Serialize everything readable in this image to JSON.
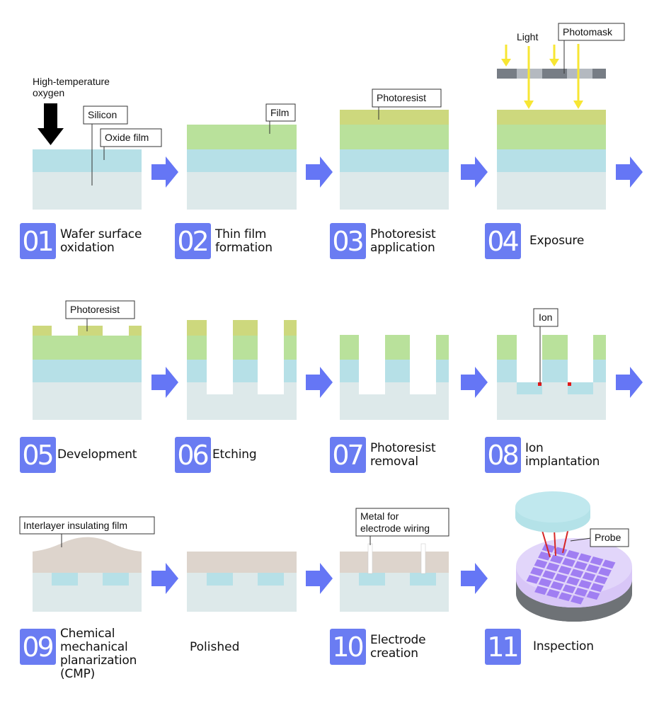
{
  "colors": {
    "silicon": "#dde9ea",
    "oxide": "#b6e0e7",
    "film": "#b9e19b",
    "photoresist": "#cdd87d",
    "insulator": "#ddd4cc",
    "arrow": "#6576f5",
    "badge": "#6a7cf2",
    "light": "#f7e633",
    "mask_dark": "#777d85",
    "mask_light": "#b4b9c0",
    "ion": "#e01818",
    "probe_line": "#d62626",
    "wafer_top": "#d8c6f7",
    "wafer_chip": "#a07ef2",
    "wafer_base": "#6e7276",
    "probe_head": "#b4e2e8"
  },
  "labels": {
    "high_temp_oxygen_line1": "High-temperature",
    "high_temp_oxygen_line2": "oxygen",
    "silicon": "Silicon",
    "oxide_film": "Oxide film",
    "film": "Film",
    "photoresist_03": "Photoresist",
    "light": "Light",
    "photomask": "Photomask",
    "photoresist_05": "Photoresist",
    "ion": "Ion",
    "interlayer": "Interlayer insulating film",
    "metal_line1": "Metal for",
    "metal_line2": "electrode wiring",
    "probe": "Probe"
  },
  "steps": [
    {
      "num": "01",
      "title": [
        "Wafer surface",
        "oxidation"
      ]
    },
    {
      "num": "02",
      "title": [
        "Thin film",
        "formation"
      ]
    },
    {
      "num": "03",
      "title": [
        "Photoresist",
        "application"
      ]
    },
    {
      "num": "04",
      "title": [
        "Exposure"
      ]
    },
    {
      "num": "05",
      "title": [
        "Development"
      ]
    },
    {
      "num": "06",
      "title": [
        "Etching"
      ]
    },
    {
      "num": "07",
      "title": [
        "Photoresist",
        "removal"
      ]
    },
    {
      "num": "08",
      "title": [
        "Ion",
        "implantation"
      ]
    },
    {
      "num": "09",
      "title": [
        "Chemical",
        "mechanical",
        "planarization",
        "(CMP)"
      ]
    },
    {
      "num": "10",
      "title": [
        "Electrode",
        "creation"
      ]
    },
    {
      "num": "11",
      "title": [
        "Inspection"
      ]
    }
  ],
  "polished_label": "Polished"
}
